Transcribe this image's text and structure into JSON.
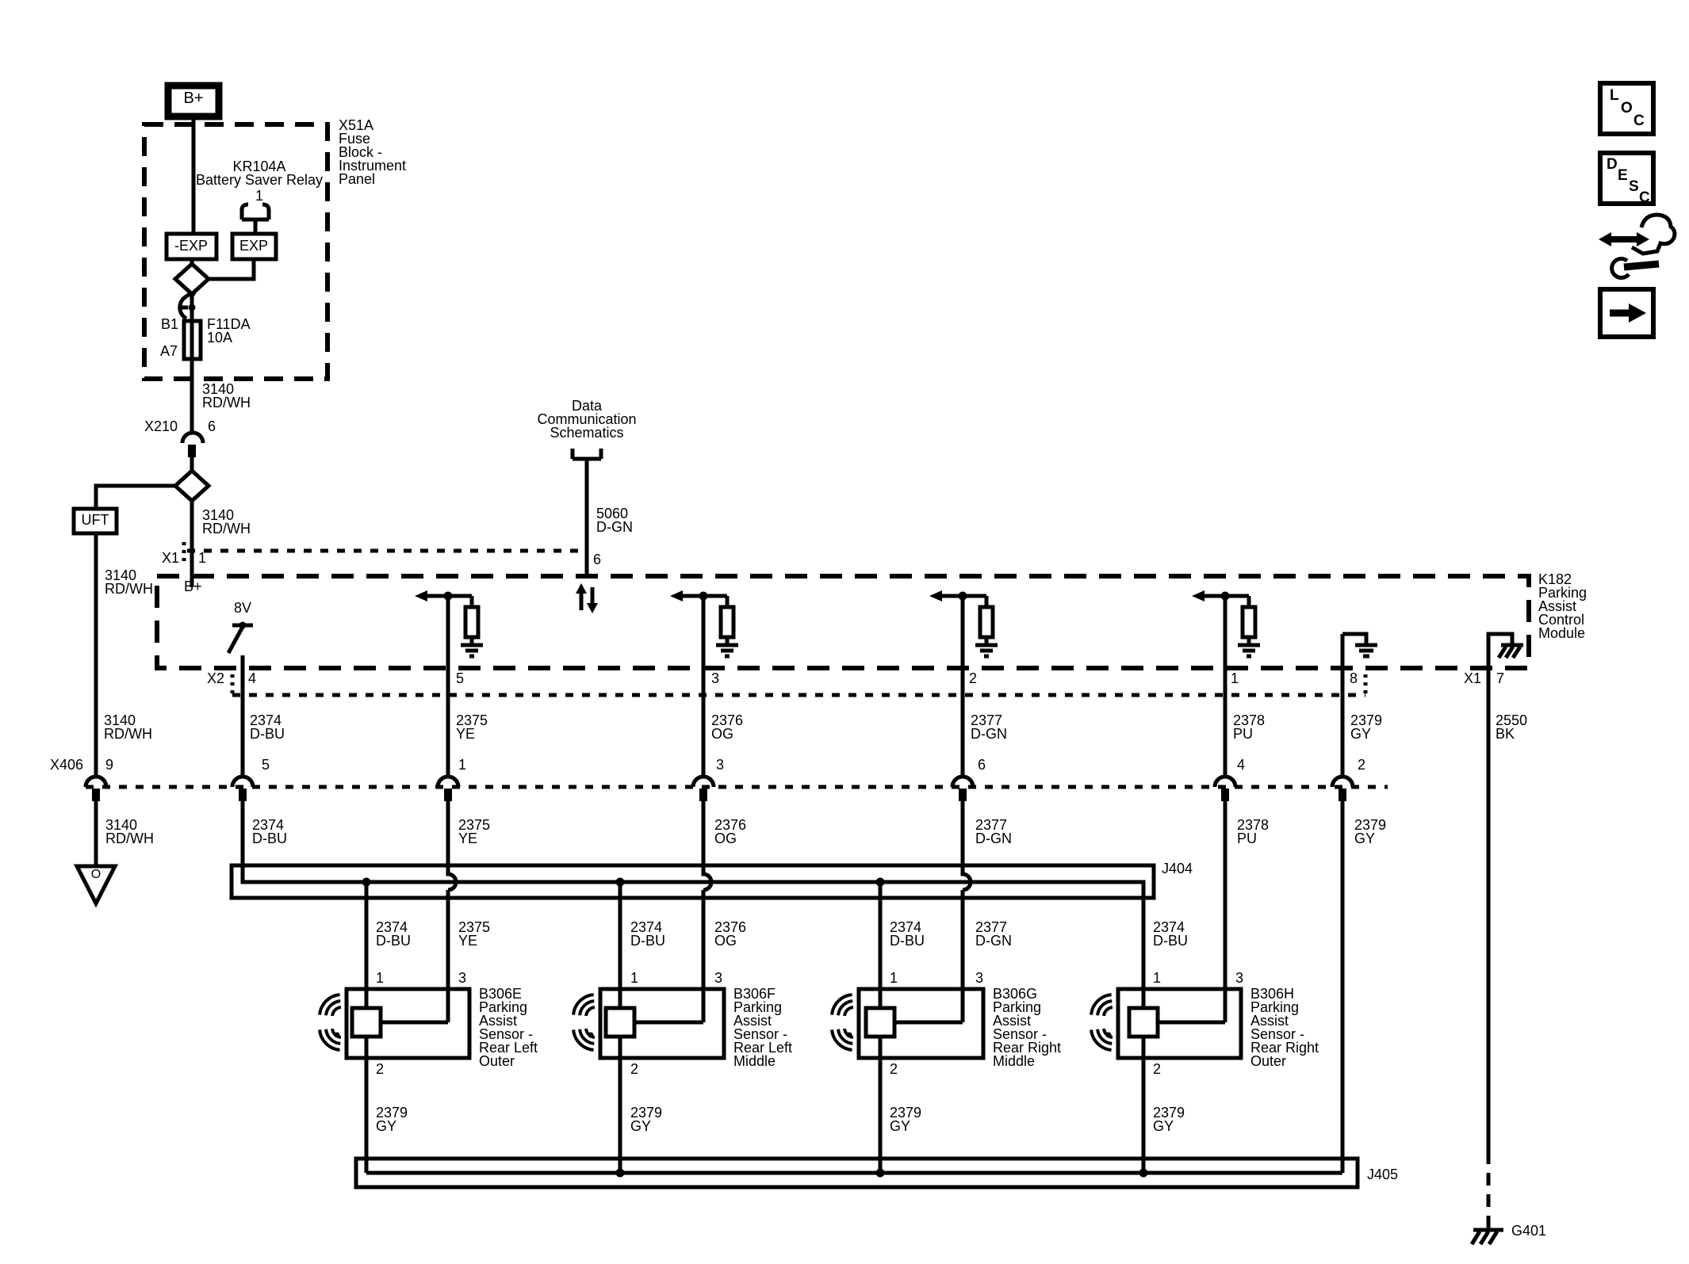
{
  "battery_terminal": "B+",
  "fuse_block": {
    "lines": [
      "X51A",
      "Fuse",
      "Block -",
      "Instrument",
      "Panel"
    ]
  },
  "relay": {
    "name_lines": [
      "KR104A",
      "Battery Saver Relay"
    ],
    "pin": "1",
    "contact_a": "-EXP",
    "contact_b": "EXP"
  },
  "fuse": {
    "pin_top": "B1",
    "pin_bottom": "A7",
    "id": "F11DA",
    "rating": "10A"
  },
  "uft_label": "UFT",
  "data_comm": {
    "lines": [
      "Data",
      "Communication",
      "Schematics"
    ]
  },
  "connectors": {
    "x210": {
      "name": "X210",
      "pin": "6"
    },
    "x1_top": {
      "name": "X1",
      "pin_power": "1",
      "pin_data": "6"
    },
    "x2": {
      "name": "X2",
      "pin4": "4",
      "pin5": "5",
      "pin3": "3",
      "pin2": "2",
      "pin1": "1",
      "pin8": "8"
    },
    "x1_right": {
      "name": "X1",
      "pin7": "7"
    },
    "x406": {
      "name": "X406",
      "pin9": "9",
      "pin5": "5",
      "pin1": "1",
      "pin3": "3",
      "pin6": "6",
      "pin4": "4",
      "pin2": "2"
    }
  },
  "wires": {
    "w3140": {
      "circuit": "3140",
      "color": "RD/WH"
    },
    "w2374": {
      "circuit": "2374",
      "color": "D-BU"
    },
    "w2375": {
      "circuit": "2375",
      "color": "YE"
    },
    "w2376": {
      "circuit": "2376",
      "color": "OG"
    },
    "w2377": {
      "circuit": "2377",
      "color": "D-GN"
    },
    "w2378": {
      "circuit": "2378",
      "color": "PU"
    },
    "w2379": {
      "circuit": "2379",
      "color": "GY"
    },
    "w2550": {
      "circuit": "2550",
      "color": "BK"
    },
    "w5060": {
      "circuit": "5060",
      "color": "D-GN"
    }
  },
  "module": {
    "name_lines": [
      "K182",
      "Parking",
      "Assist",
      "Control",
      "Module"
    ],
    "b_plus": "B+",
    "supply": "8V"
  },
  "junction_j404": "J404",
  "junction_j405": "J405",
  "ground_g401": "G401",
  "ground_o": "O",
  "sensor_pins": {
    "p1": "1",
    "p2": "2",
    "p3": "3"
  },
  "sensors": [
    {
      "desc_lines": [
        "B306E",
        "Parking",
        "Assist",
        "Sensor -",
        "Rear Left",
        "Outer"
      ]
    },
    {
      "desc_lines": [
        "B306F",
        "Parking",
        "Assist",
        "Sensor -",
        "Rear Left",
        "Middle"
      ]
    },
    {
      "desc_lines": [
        "B306G",
        "Parking",
        "Assist",
        "Sensor -",
        "Rear Right",
        "Middle"
      ]
    },
    {
      "desc_lines": [
        "B306H",
        "Parking",
        "Assist",
        "Sensor -",
        "Rear Right",
        "Outer"
      ]
    }
  ],
  "corner": {
    "loc": [
      "L",
      "O",
      "C"
    ],
    "desc": [
      "D",
      "E",
      "S",
      "C"
    ]
  },
  "colors": {
    "line": "#000000",
    "background": "#ffffff"
  }
}
